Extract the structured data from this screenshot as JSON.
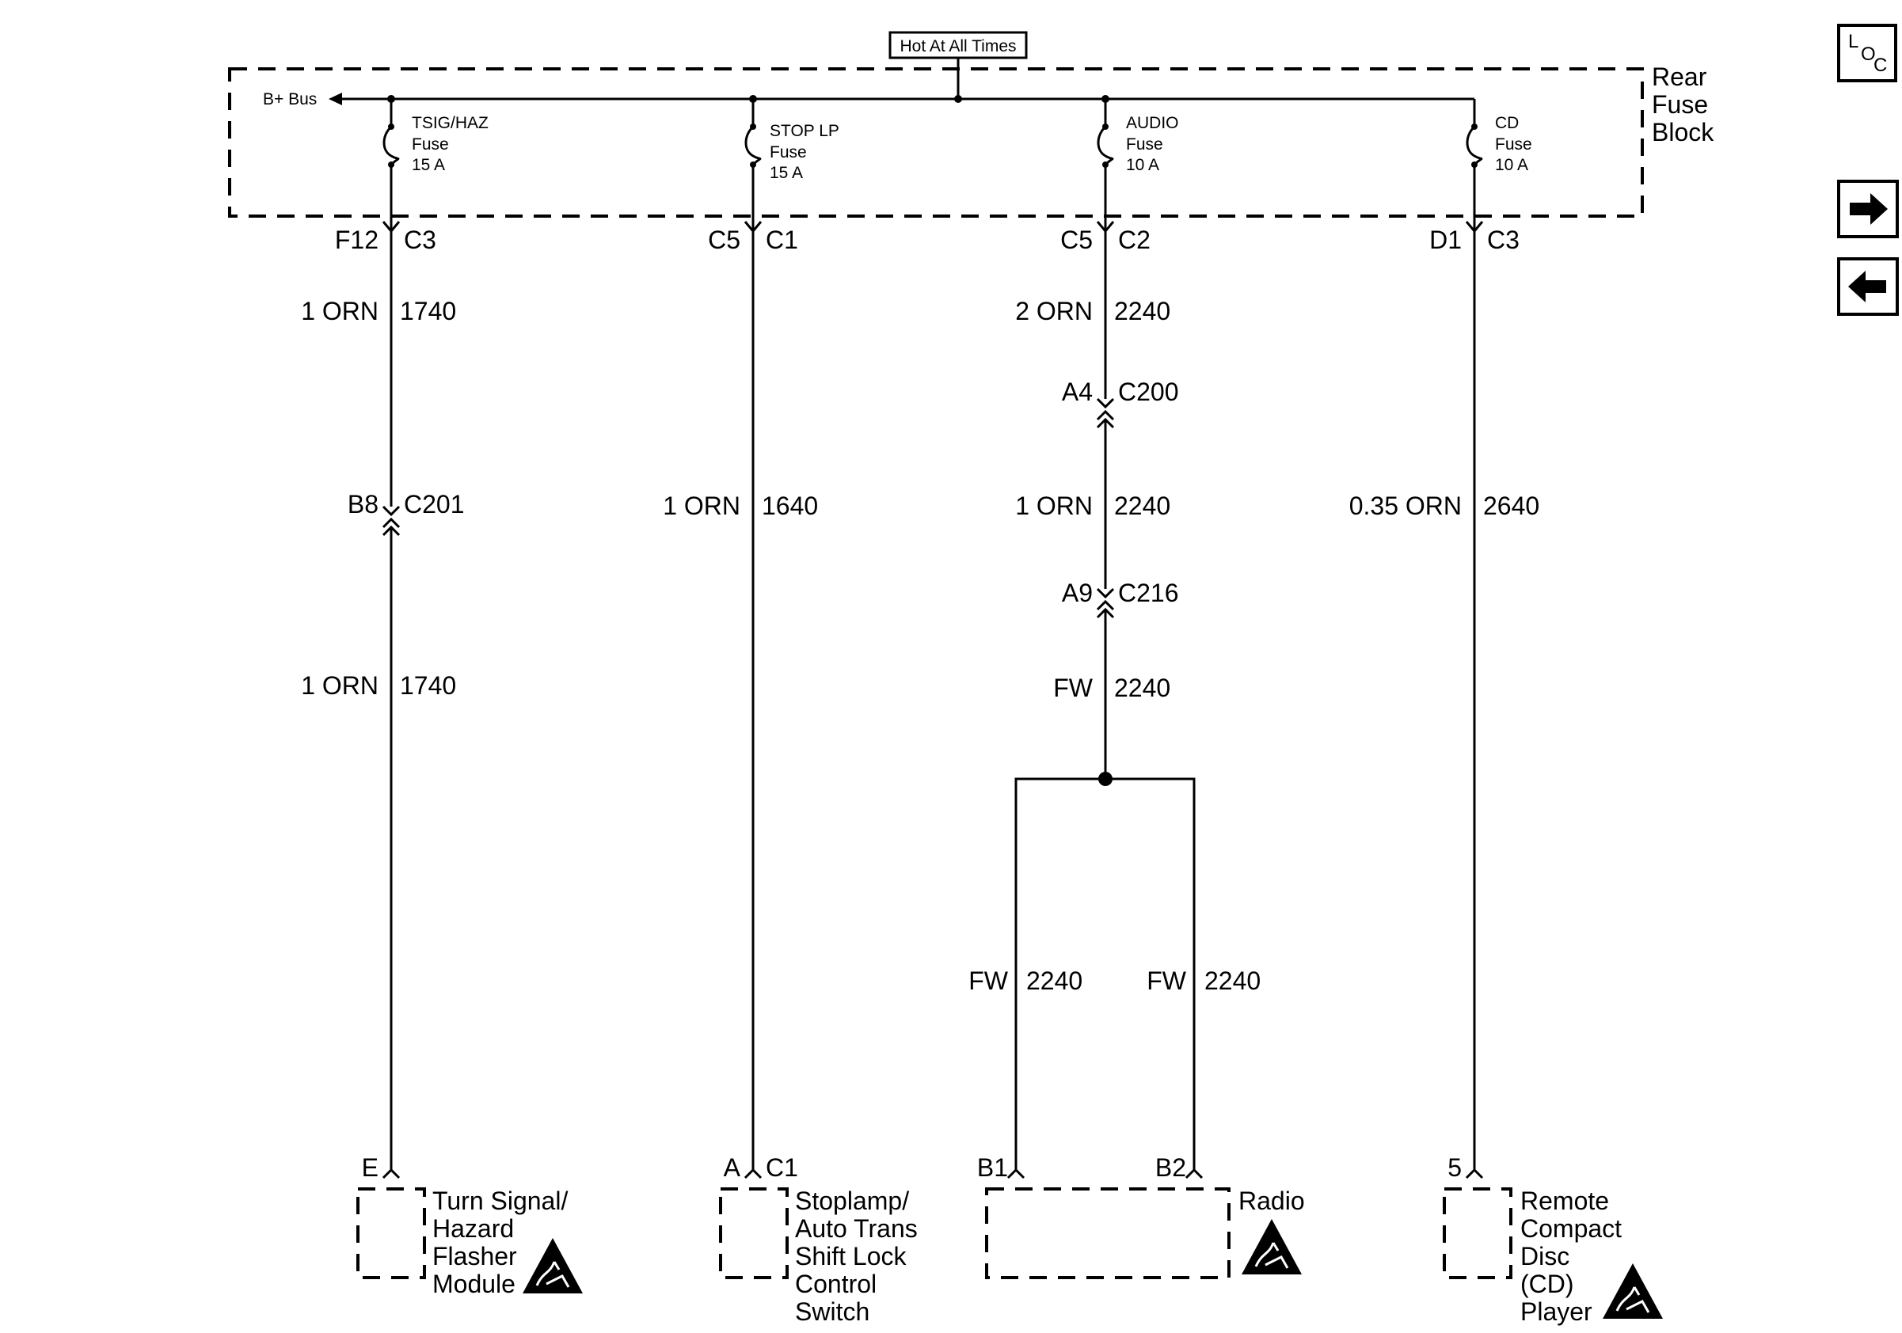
{
  "hot_label": "Hot At All Times",
  "bus_label": "B+ Bus",
  "fuse_block_lines": [
    "Rear",
    "Fuse",
    "Block"
  ],
  "fuses": [
    {
      "name": "TSIG/HAZ",
      "type": "Fuse",
      "rating": "15 A"
    },
    {
      "name": "STOP LP",
      "type": "Fuse",
      "rating": "15 A"
    },
    {
      "name": "AUDIO",
      "type": "Fuse",
      "rating": "10 A"
    },
    {
      "name": "CD",
      "type": "Fuse",
      "rating": "10 A"
    }
  ],
  "circuits": [
    {
      "fuse_pin": "F12",
      "fuse_conn": "C3",
      "wire1": {
        "color": "1 ORN",
        "circuit": "1740"
      },
      "inline_conn": {
        "pin": "B8",
        "name": "C201"
      },
      "wire2": {
        "color": "1 ORN",
        "circuit": "1740"
      },
      "end_pin": "E",
      "component": [
        "Turn Signal/",
        "Hazard",
        "Flasher",
        "Module"
      ]
    },
    {
      "fuse_pin": "C5",
      "fuse_conn": "C1",
      "wire1": {
        "color": "1 ORN",
        "circuit": "1640"
      },
      "end_pin": "A",
      "end_conn": "C1",
      "component": [
        "Stoplamp/",
        "Auto Trans",
        "Shift Lock",
        "Control",
        "Switch"
      ]
    },
    {
      "fuse_pin": "C5",
      "fuse_conn": "C2",
      "wire1": {
        "color": "2 ORN",
        "circuit": "2240"
      },
      "inline_conn1": {
        "pin": "A4",
        "name": "C200"
      },
      "wire2": {
        "color": "1 ORN",
        "circuit": "2240"
      },
      "inline_conn2": {
        "pin": "A9",
        "name": "C216"
      },
      "wire3": {
        "color": "FW",
        "circuit": "2240"
      },
      "branch_left": {
        "color": "FW",
        "circuit": "2240",
        "pin": "B1"
      },
      "branch_right": {
        "color": "FW",
        "circuit": "2240",
        "pin": "B2"
      },
      "component": [
        "Radio"
      ]
    },
    {
      "fuse_pin": "D1",
      "fuse_conn": "C3",
      "wire1": {
        "color": "0.35 ORN",
        "circuit": "2640"
      },
      "end_pin": "5",
      "component": [
        "Remote",
        "Compact",
        "Disc",
        "(CD)",
        "Player"
      ]
    }
  ],
  "nav": {
    "loc_label_l": "L",
    "loc_label_o": "O",
    "loc_label_c": "C"
  }
}
